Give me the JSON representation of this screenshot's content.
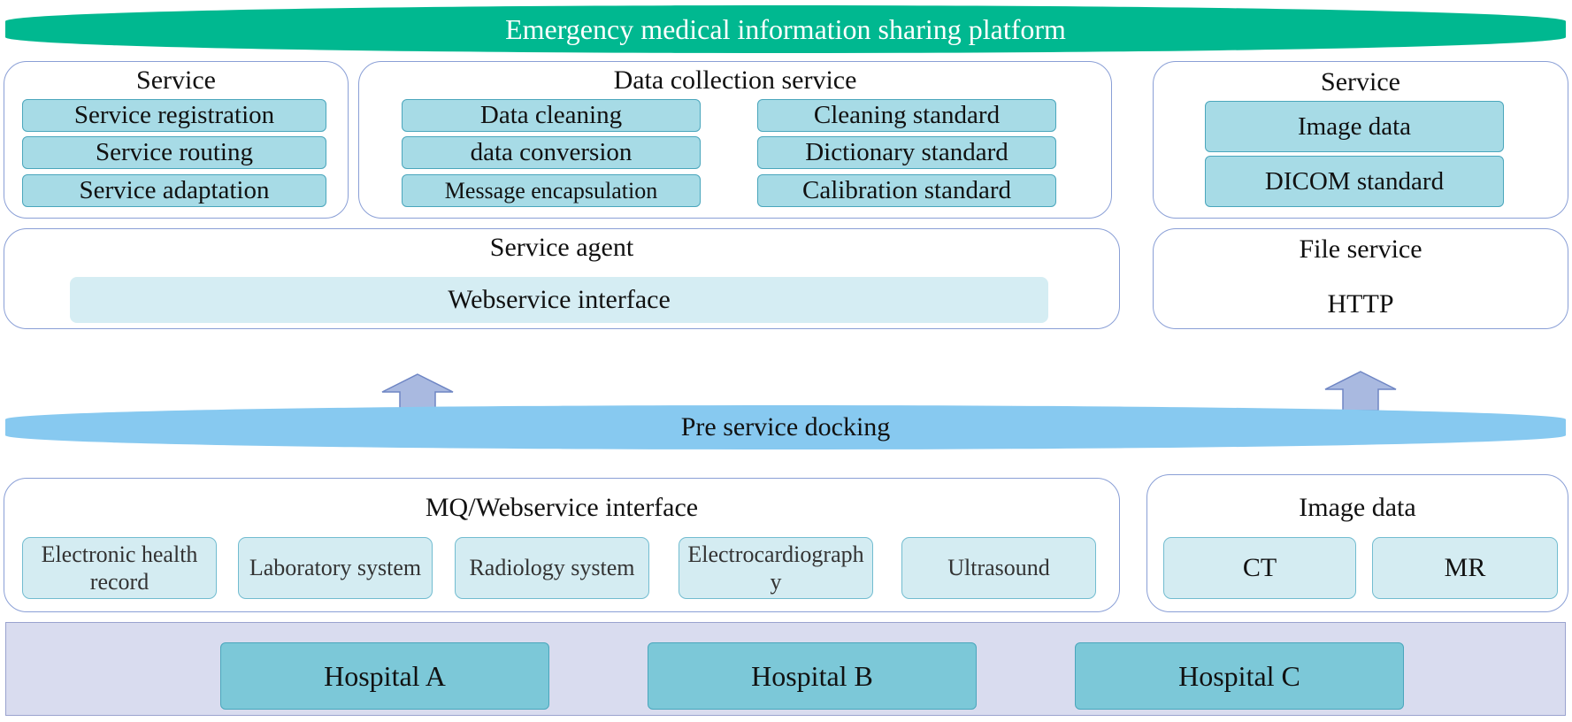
{
  "platform_title": "Emergency medical information sharing platform",
  "service_left": {
    "title": "Service",
    "items": [
      "Service registration",
      "Service routing",
      "Service adaptation"
    ]
  },
  "data_collection": {
    "title": "Data collection service",
    "left_items": [
      "Data cleaning",
      "data conversion",
      "Message encapsulation"
    ],
    "right_items": [
      "Cleaning standard",
      "Dictionary standard",
      "Calibration standard"
    ]
  },
  "service_right": {
    "title": "Service",
    "items": [
      "Image data",
      "DICOM standard"
    ]
  },
  "service_agent": {
    "title": "Service agent",
    "interface": "Webservice interface"
  },
  "file_service": {
    "title": "File service",
    "protocol": "HTTP"
  },
  "docking": "Pre service docking",
  "mq_interface": {
    "title": "MQ/Webservice interface",
    "systems": [
      "Electronic health record",
      "Laboratory system",
      "Radiology system",
      "Electrocardiography",
      "Ultrasound"
    ]
  },
  "image_data": {
    "title": "Image data",
    "items": [
      "CT",
      "MR"
    ]
  },
  "hospitals": [
    "Hospital A",
    "Hospital B",
    "Hospital C"
  ],
  "colors": {
    "platform_banner": "#00b890",
    "docking_band": "#87c9f0",
    "chip": "#a7dbe6",
    "chip_light": "#d4ecf2",
    "hospital_box": "#7cc8d8",
    "hospital_band": "#d9dcef",
    "arrow": "#a9b9e0",
    "panel_border": "#8a9fd6"
  }
}
